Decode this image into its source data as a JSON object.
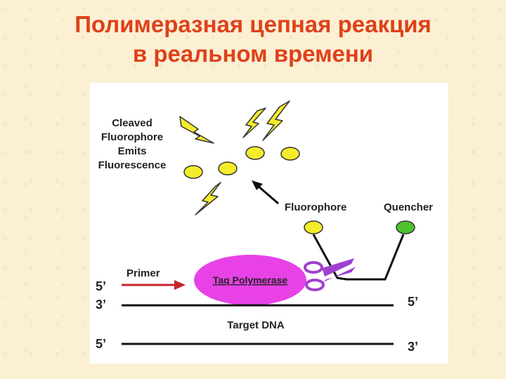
{
  "title": {
    "line1": "Полимеразная цепная реакция",
    "line2": "в реальном времени"
  },
  "diagram": {
    "cleaved_label": [
      "Cleaved",
      "Fluorophore",
      "Emits",
      "Fluorescence"
    ],
    "fluorophore_label": "Fluorophore",
    "quencher_label": "Quencher",
    "primer_label": "Primer",
    "polymerase_label": "Taq Polymerase",
    "target_label": "Target DNA",
    "strand_labels": {
      "top_left_5": "5’",
      "top_left_3": "3’",
      "top_right_5": "5’",
      "bottom_left_5": "5’",
      "bottom_right_3": "3’"
    },
    "colors": {
      "title": "#e0401a",
      "fluorophore": "#f4ec2a",
      "quencher": "#4cc22e",
      "polymerase": "#e842e6",
      "scissors": "#a040d0",
      "primer_arrow": "#c8242e"
    }
  }
}
